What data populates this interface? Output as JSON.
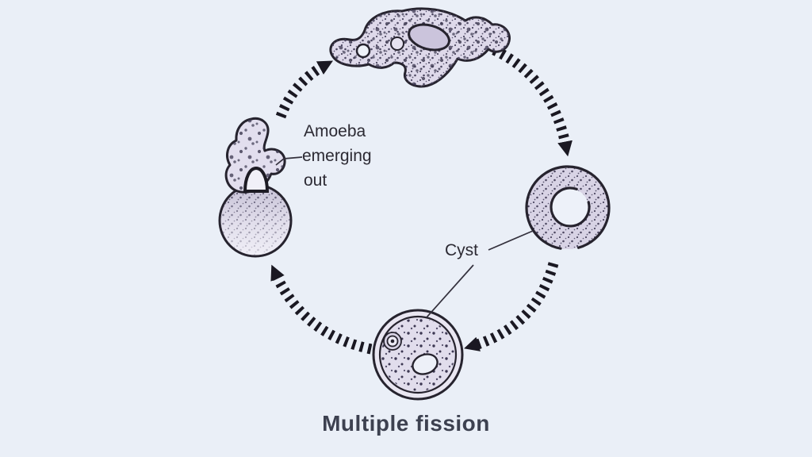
{
  "figure": {
    "background_color": "#eaeff7",
    "ink_color": "#26232e",
    "cell_fill_color": "#ddd8e9",
    "title": "Multiple fission",
    "title_color": "#3d4150",
    "label_amoeba_line1": "Amoeba",
    "label_amoeba_line2": "emerging",
    "label_amoeba_line3": "out",
    "label_cyst": "Cyst",
    "illustrations": [
      "amoeba",
      "cyst",
      "cyst-undergoing-multiple-fission",
      "amoeba-emerging-from-cyst"
    ]
  }
}
